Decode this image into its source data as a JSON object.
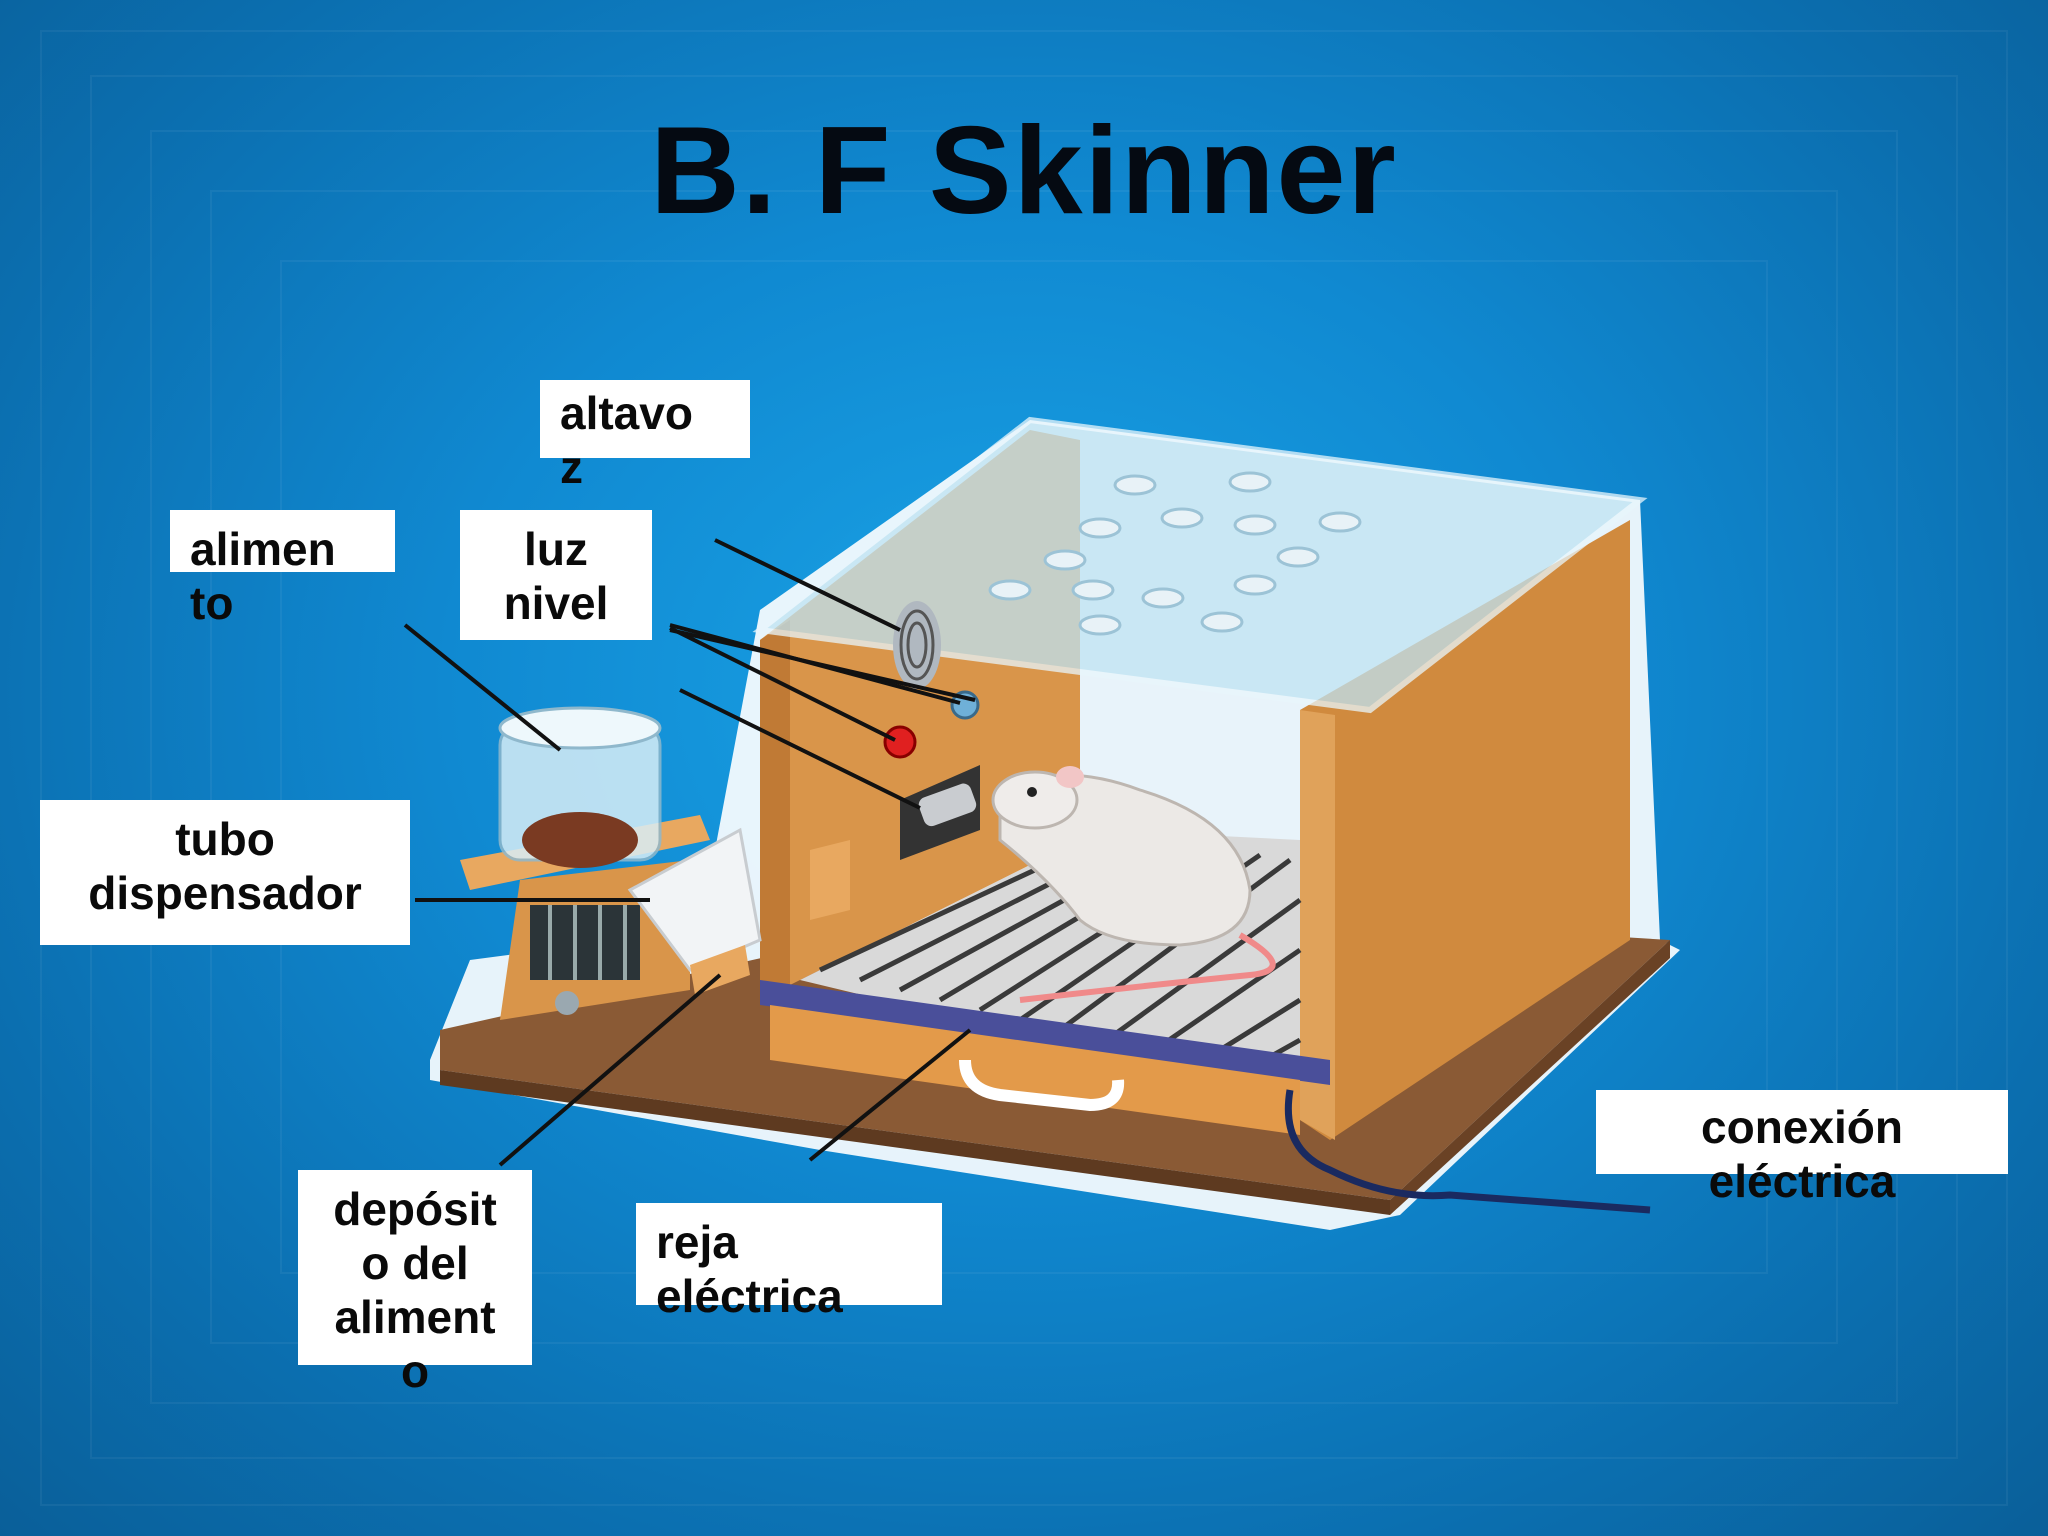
{
  "title": "B. F Skinner",
  "labels": {
    "altavoz": "altavo\nz",
    "alimento": "alimen\nto",
    "luz_nivel": "luz\nnivel",
    "tubo_dispensador": "tubo\ndispensador",
    "deposito_alimento": "depósit\no del\naliment\no",
    "reja_electrica": "reja\neléctrica",
    "conexion_electrica": "conexión\neléctrica"
  },
  "colors": {
    "background": "#1089d1",
    "wood": "#d9954a",
    "base": "#7a5030",
    "glass": "#bfe3f2",
    "light_red": "#e02020",
    "light_blue": "#6fb0d8"
  }
}
